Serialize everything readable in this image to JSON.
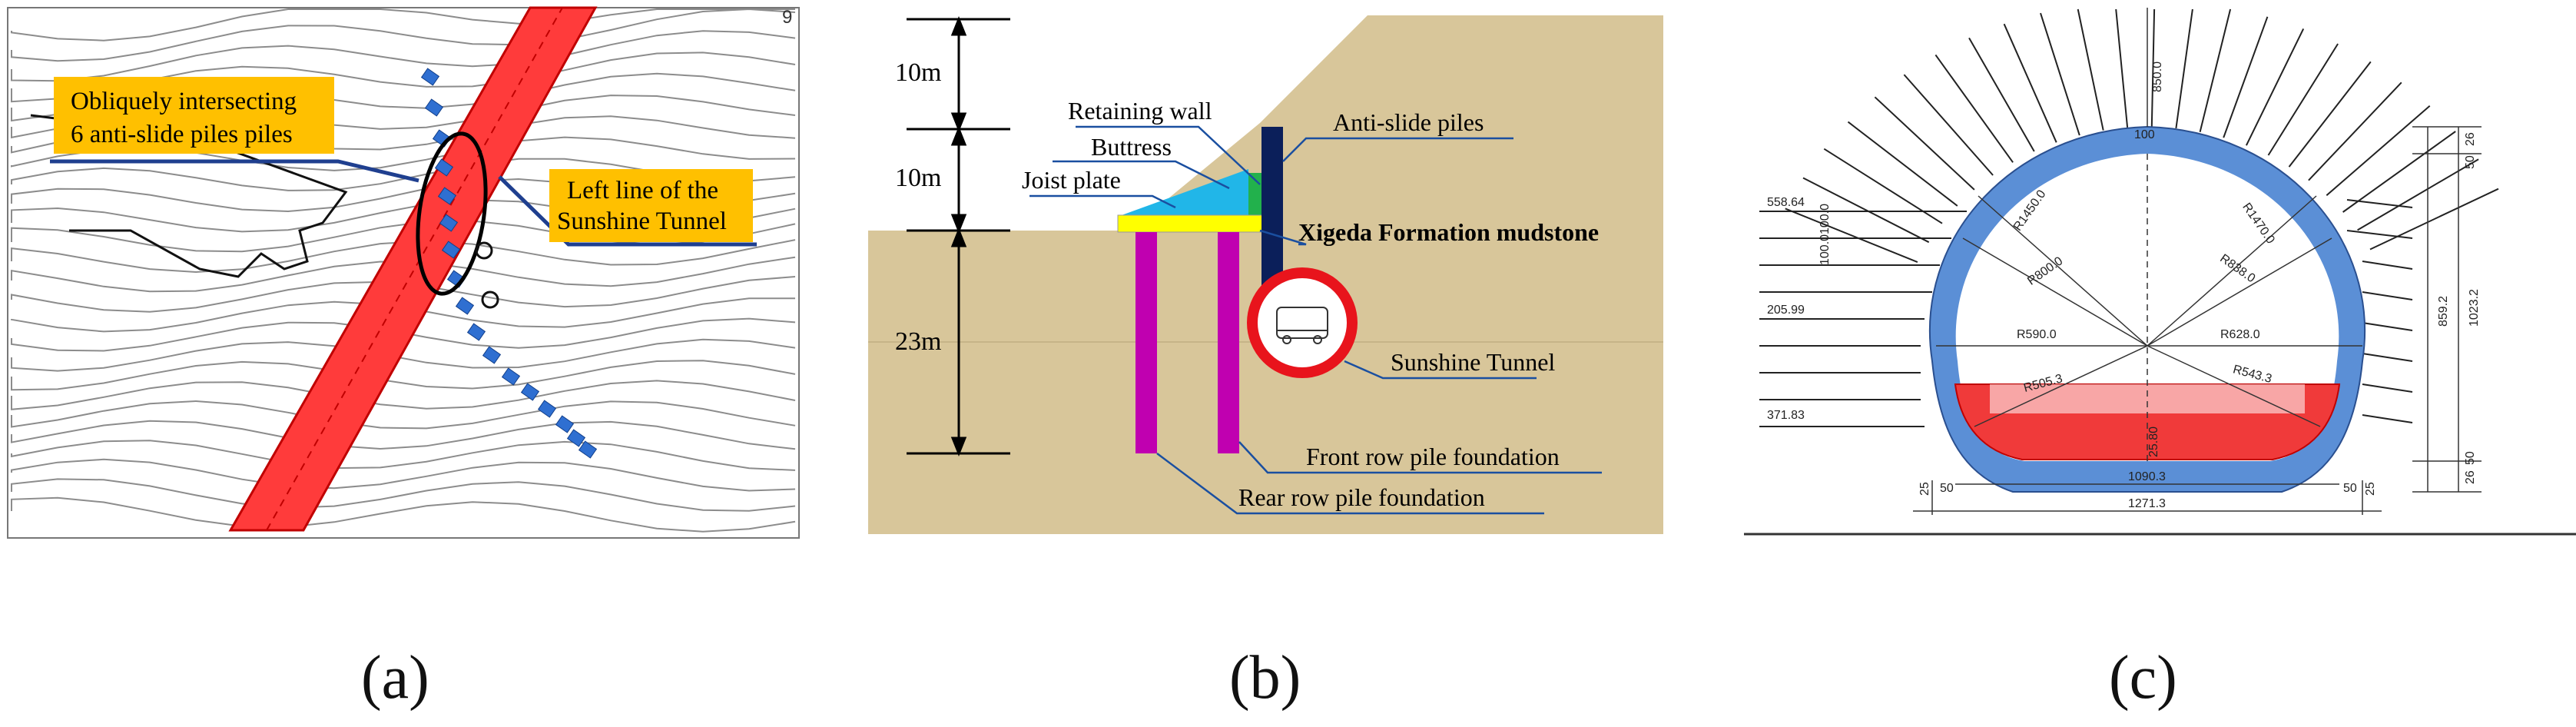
{
  "panel_a": {
    "callout_oblique_line1": "Obliquely intersecting",
    "callout_oblique_line2": "6 anti-slide piles piles",
    "callout_tunnel_line1": "Left line of the",
    "callout_tunnel_line2": "Sunshine Tunnel",
    "corner_mark": "9",
    "colors": {
      "tunnel_band": "#ff3b3b",
      "pile": "#2f6fd1",
      "callout_bg": "#ffc000",
      "leader": "#1f3f8f"
    }
  },
  "panel_b": {
    "dim_top": "10m",
    "dim_middle": "10m",
    "dim_bottom": "23m",
    "label_retaining_wall": "Retaining wall",
    "label_buttress": "Buttress",
    "label_joist_plate": "Joist plate",
    "label_anti_slide": "Anti-slide piles",
    "label_xigeda": "Xigeda Formation mudstone",
    "label_tunnel": "Sunshine Tunnel",
    "label_front_row": "Front row pile foundation",
    "label_rear_row": "Rear row pile foundation",
    "colors": {
      "ground": "#d8c69a",
      "buttress": "#21b6e8",
      "plate": "#ffff00",
      "wall": "#22b14c",
      "pile": "#0b1f5a",
      "foundation": "#c000b0",
      "tunnel_ring": "#e8141c"
    }
  },
  "panel_c": {
    "dim_top_850": "850.0",
    "dim_100": "100",
    "r1450": "R1450.0",
    "r1470": "R1470.0",
    "r800": "R800.0",
    "r838": "R838.0",
    "r590": "R590.0",
    "r628": "R628.0",
    "r505": "R505.3",
    "r543": "R543.3",
    "left_558": "558.64",
    "left_100a": "100.0",
    "left_100b": "100.0",
    "left_205": "205.99",
    "left_371": "371.83",
    "bottom_1090": "1090.3",
    "bottom_1271": "1271.3",
    "bottom_25a": "25",
    "bottom_50a": "50",
    "bottom_50b": "50",
    "bottom_25b": "25",
    "right_26a": "26",
    "right_50a": "50",
    "right_859": "859.2",
    "right_1023": "1023.2",
    "right_26b": "26",
    "right_50b": "50",
    "invert_label": "25.80",
    "colors": {
      "lining": "#5b8fd6",
      "invert": "#f03a3a"
    }
  },
  "captions": {
    "a": "(a)",
    "b": "(b)",
    "c": "(c)"
  }
}
